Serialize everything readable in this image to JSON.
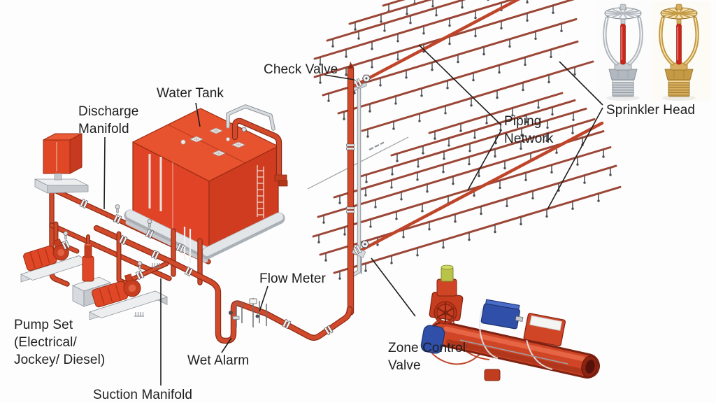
{
  "diagram": {
    "kind": "fire-sprinkler-system-isometric-schematic",
    "labels": {
      "water_tank": "Water Tank",
      "discharge_manifold": [
        "Discharge",
        "Manifold"
      ],
      "check_valve": "Check Valve",
      "piping_network": [
        "Piping",
        "Network"
      ],
      "sprinkler_head": "Sprinkler Head",
      "pump_set": [
        "Pump Set",
        "(Electrical/",
        "Jockey/ Diesel)"
      ],
      "flow_meter": "Flow Meter",
      "wet_alarm": "Wet Alarm",
      "suction_manifold": "Suction Manifold",
      "zone_control_valve": [
        "Zone Control",
        "Valve"
      ]
    },
    "colors": {
      "background": "#fdfdfd",
      "equipment_red": "#df4727",
      "pipe_red": "#d14a2b",
      "pipe_outline": "#8a2a15",
      "main_pipe_red": "#bf452a",
      "branch_pipe_brown": "#9b4636",
      "sprinkler_drop_gray": "#4d4d52",
      "gray_pipe": "#d9dcdf",
      "base_gray": "#e8eaec",
      "label_text": "#1e1e1e",
      "leader_line": "#1d1d1d",
      "chrome_metal": "#c9ced3",
      "brass_metal": "#d8ae5e",
      "bulb_red": "#cc2418",
      "flow_switch_blue": "#2f4fa8",
      "actuator_yellow_green": "#b9c348"
    }
  }
}
